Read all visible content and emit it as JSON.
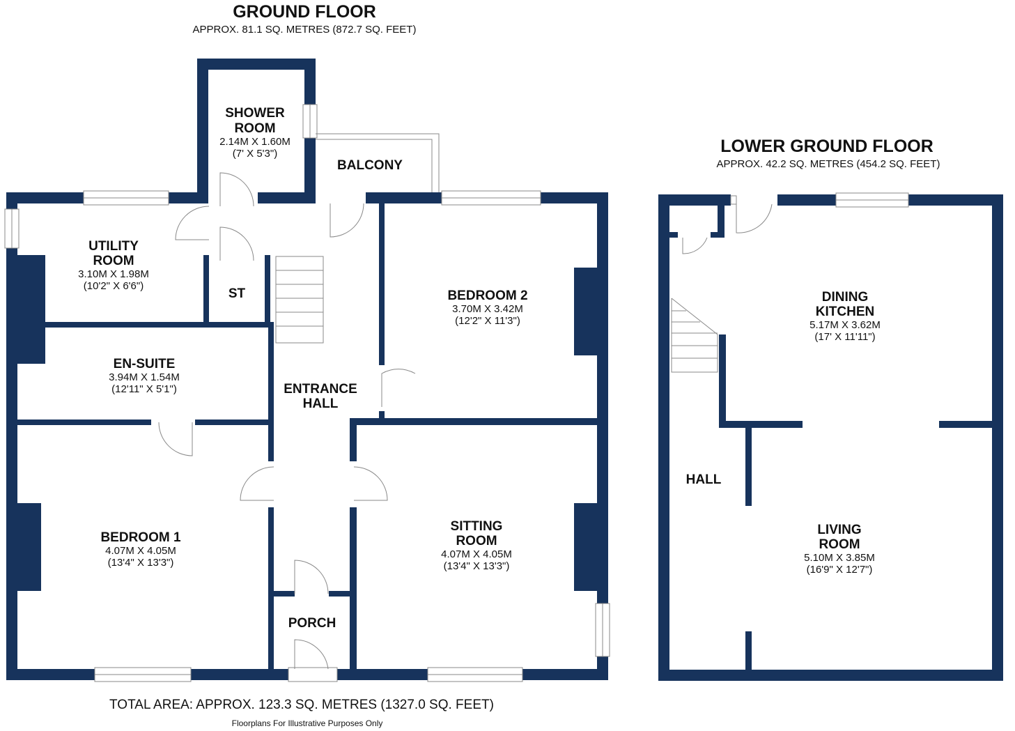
{
  "ground_floor": {
    "title": "GROUND FLOOR",
    "area": "APPROX. 81.1 SQ. METRES (872.7 SQ. FEET)",
    "rooms": {
      "shower_room": {
        "name1": "SHOWER",
        "name2": "ROOM",
        "dim_m": "2.14M X 1.60M",
        "dim_ft": "(7' X 5'3\")"
      },
      "balcony": {
        "name": "BALCONY"
      },
      "utility_room": {
        "name1": "UTILITY",
        "name2": "ROOM",
        "dim_m": "3.10M X 1.98M",
        "dim_ft": "(10'2\" X 6'6\")"
      },
      "store": {
        "name": "ST"
      },
      "bedroom_2": {
        "name": "BEDROOM 2",
        "dim_m": "3.70M X 3.42M",
        "dim_ft": "(12'2\" X 11'3\")"
      },
      "en_suite": {
        "name": "EN-SUITE",
        "dim_m": "3.94M X 1.54M",
        "dim_ft": "(12'11\" X 5'1\")"
      },
      "entrance_hall": {
        "name1": "ENTRANCE",
        "name2": "HALL"
      },
      "bedroom_1": {
        "name": "BEDROOM 1",
        "dim_m": "4.07M X 4.05M",
        "dim_ft": "(13'4\" X 13'3\")"
      },
      "sitting_room": {
        "name1": "SITTING",
        "name2": "ROOM",
        "dim_m": "4.07M X 4.05M",
        "dim_ft": "(13'4\" X 13'3\")"
      },
      "porch": {
        "name": "PORCH"
      }
    }
  },
  "lower_ground_floor": {
    "title": "LOWER GROUND FLOOR",
    "area": "APPROX. 42.2 SQ. METRES (454.2 SQ. FEET)",
    "rooms": {
      "dining_kitchen": {
        "name1": "DINING",
        "name2": "KITCHEN",
        "dim_m": "5.17M X 3.62M",
        "dim_ft": "(17' X 11'11\")"
      },
      "hall": {
        "name": "HALL"
      },
      "living_room": {
        "name1": "LIVING",
        "name2": "ROOM",
        "dim_m": "5.10M X 3.85M",
        "dim_ft": "(16'9\" X 12'7\")"
      }
    }
  },
  "footer": {
    "total_area": "TOTAL AREA: APPROX. 123.3 SQ. METRES (1327.0 SQ. FEET)",
    "disclaimer": "Floorplans For Illustrative Purposes Only"
  },
  "colors": {
    "wall": "#17335c",
    "fixture": "#888888",
    "text": "#111111"
  }
}
